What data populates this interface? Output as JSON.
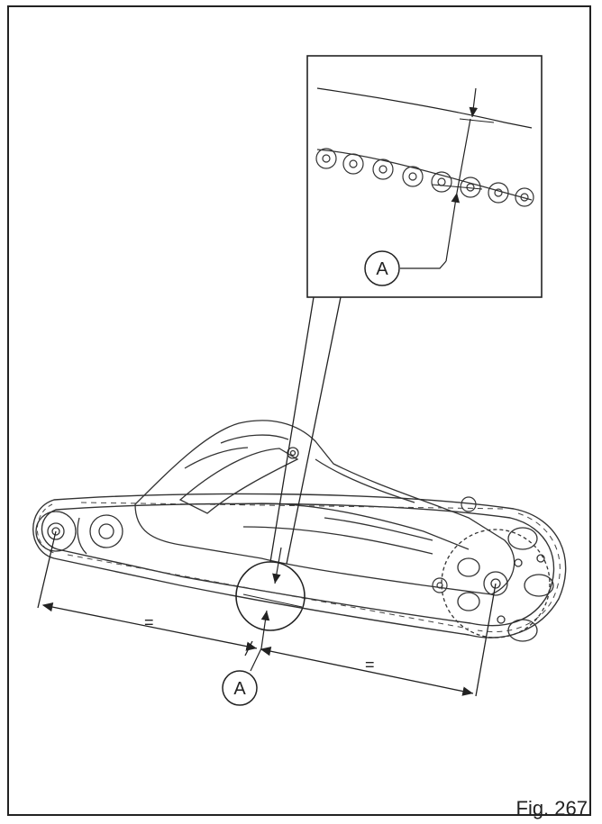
{
  "figure": {
    "caption": "Fig. 267",
    "callout_main": "A",
    "callout_detail": "A",
    "equal_left": "=",
    "equal_right": "="
  }
}
